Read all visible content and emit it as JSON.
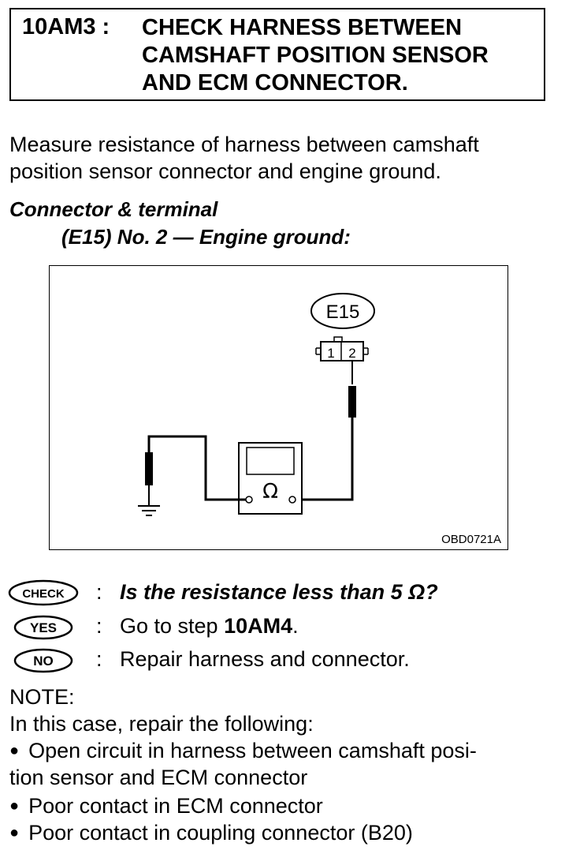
{
  "header": {
    "step_id": "10AM3 :",
    "title_lines": [
      "CHECK HARNESS BETWEEN",
      "CAMSHAFT POSITION SENSOR",
      "AND ECM CONNECTOR."
    ]
  },
  "instruction": {
    "line1": "Measure resistance of harness between camshaft",
    "line2": "position sensor connector and engine ground."
  },
  "connector_section": {
    "heading": "Connector & terminal",
    "detail": "(E15) No. 2 — Engine ground:"
  },
  "diagram": {
    "connector_label": "E15",
    "pin_1": "1",
    "pin_2": "2",
    "meter_symbol": "Ω",
    "figure_code": "OBD0721A"
  },
  "check": {
    "badge": "CHECK",
    "colon": ":",
    "question": "Is the resistance less than 5 Ω?"
  },
  "yes": {
    "badge": "YES",
    "colon": ":",
    "text": "Go to step ",
    "step": "10AM4",
    "end": "."
  },
  "no": {
    "badge": "NO",
    "colon": ":",
    "text": "Repair harness and connector."
  },
  "note": {
    "label": "NOTE:",
    "intro": "In this case, repair the following:",
    "bullet_symbol": "●",
    "item1_line1": "Open circuit in harness between camshaft posi-",
    "item1_line2": "tion sensor and ECM connector",
    "item2": "Poor contact in ECM connector",
    "item3": "Poor contact in coupling connector (B20)"
  }
}
